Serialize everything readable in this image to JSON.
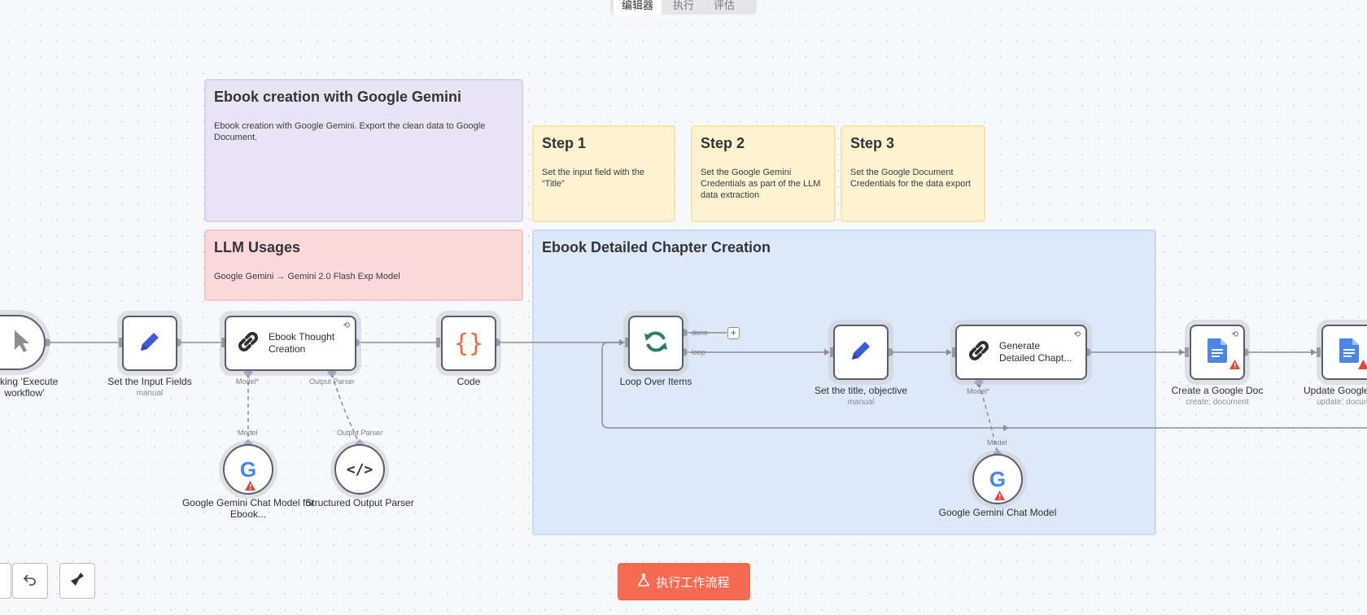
{
  "top_tabs": [
    "编辑器",
    "执行",
    "评估"
  ],
  "notes": {
    "main": {
      "title": "Ebook creation with Google Gemini",
      "text": "Ebook creation with Google Gemini. Export the clean data to Google Document."
    },
    "step1": {
      "title": "Step 1",
      "text": "Set the input field with the “Title”"
    },
    "step2": {
      "title": "Step 2",
      "text": "Set the Google Gemini Credentials as part of the LLM data extraction"
    },
    "step3": {
      "title": "Step 3",
      "text": "Set the Google Document Credentials for the data export"
    },
    "llm": {
      "title": "LLM Usages",
      "text": "Google Gemini → Gemini 2.0 Flash Exp Model"
    },
    "chapter": {
      "title": "Ebook Detailed Chapter Creation"
    }
  },
  "nodes": {
    "trigger": {
      "label": "licking ‘Execute\nworkflow’"
    },
    "set_input": {
      "label": "Set the Input Fields",
      "sub": "manual"
    },
    "thought": {
      "title": "Ebook Thought Creation",
      "port_model": "Model",
      "port_parser": "Output Parser"
    },
    "code": {
      "label": "Code"
    },
    "loop": {
      "label": "Loop Over Items",
      "done": "done",
      "loop": "loop"
    },
    "set_title": {
      "label": "Set the title, objective",
      "sub": "manual"
    },
    "generate": {
      "title": "Generate Detailed Chapt...",
      "port_model": "Model"
    },
    "create_doc": {
      "label": "Create a Google Doc",
      "sub": "create: document"
    },
    "update_doc": {
      "label": "Update Google",
      "sub": "update: docum"
    },
    "gemini1": {
      "label": "Google Gemini Chat Model for Ebook...",
      "port": "Model"
    },
    "parser": {
      "label": "Structured Output Parser",
      "port": "Output Parser"
    },
    "gemini2": {
      "label": "Google Gemini Chat Model",
      "port": "Model"
    }
  },
  "execute_button": {
    "label": "执行工作流程"
  },
  "colors": {
    "accent": "#f56a50",
    "edge": "#8a8d96",
    "blue_icon": "#3b5bdb",
    "code_icon": "#f06a3a",
    "loop_icon": "#2e7d6b"
  }
}
